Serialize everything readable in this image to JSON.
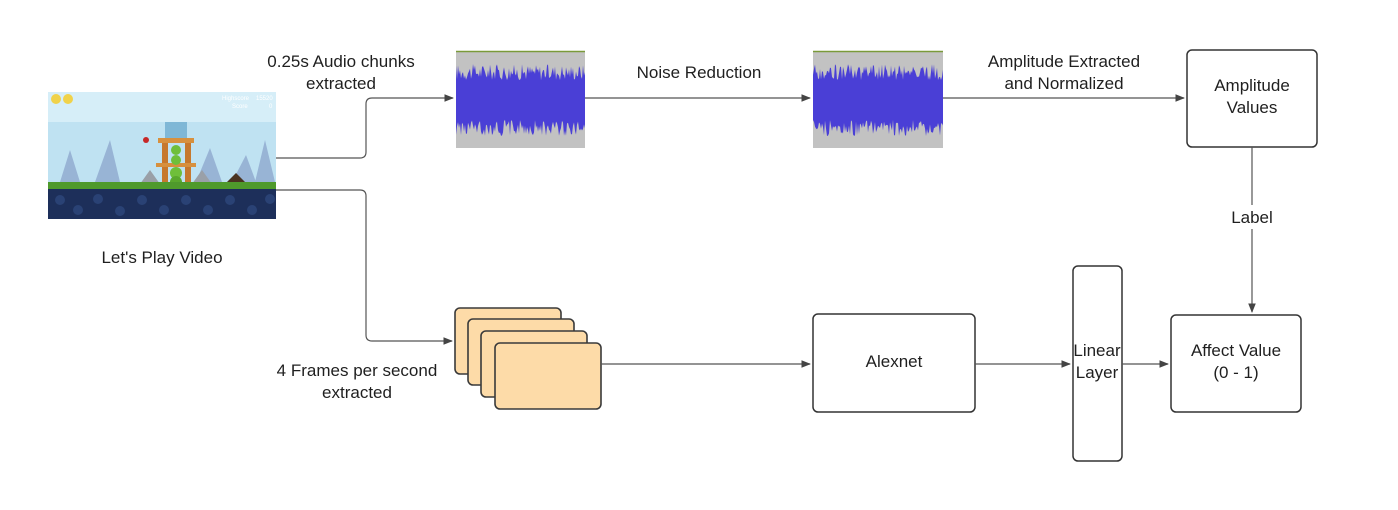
{
  "video": {
    "caption": "Let's Play Video",
    "hud_left": "Highscore",
    "hud_left2": "Score",
    "hud_right": "15520",
    "hud_right2": "0"
  },
  "edges": {
    "audio_chunks": [
      "0.25s Audio chunks",
      "extracted"
    ],
    "noise_reduction": "Noise Reduction",
    "amplitude_extracted": [
      "Amplitude Extracted",
      "and Normalized"
    ],
    "label": "Label",
    "frames": [
      "4 Frames per second",
      "extracted"
    ]
  },
  "nodes": {
    "amplitude_values": [
      "Amplitude",
      "Values"
    ],
    "alexnet": "Alexnet",
    "linear_layer": [
      "Linear",
      "Layer"
    ],
    "affect_value": [
      "Affect Value",
      "(0 - 1)"
    ]
  },
  "colors": {
    "waveform": "#4a3fd6",
    "waveform_bg": "#c2c2c2",
    "frame_fill": "#fddba8",
    "stroke": "#3a3a3a",
    "sky": "#bfe2f2",
    "ground": "#1d2f5a",
    "grass": "#4f9a2c"
  }
}
